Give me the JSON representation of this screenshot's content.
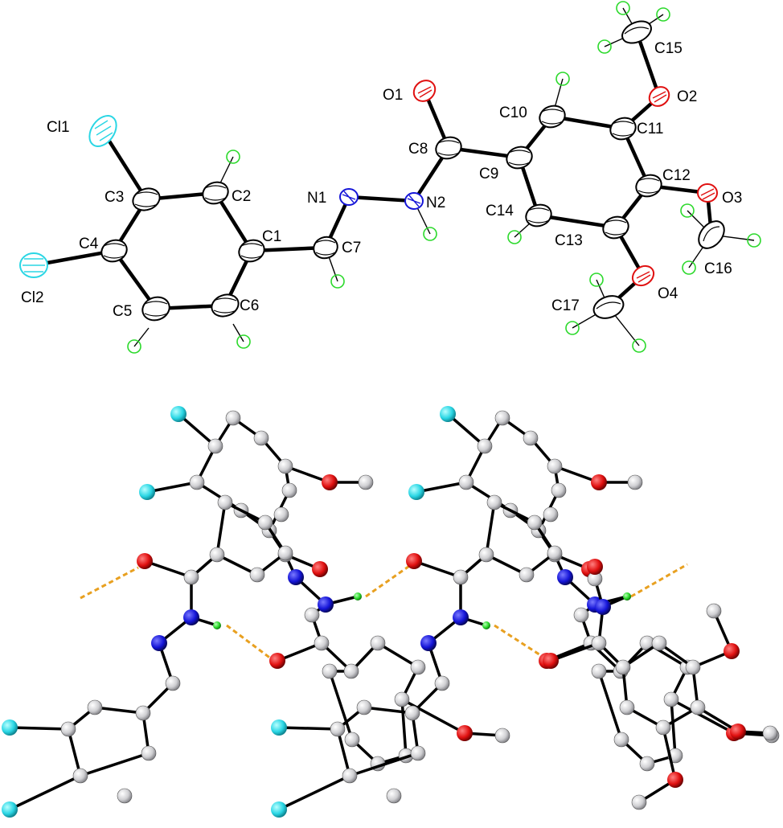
{
  "colors": {
    "bond": "#000000",
    "carbon": "#d8d8d8",
    "hydrogen": "#2bd92b",
    "nitrogen": "#1515d8",
    "oxygen": "#e01010",
    "chlorine": "#2ad6e4",
    "hbond": "#e8a020",
    "background": "#ffffff"
  },
  "ortep": {
    "labels": {
      "Cl1": "Cl1",
      "Cl2": "Cl2",
      "C1": "C1",
      "C2": "C2",
      "C3": "C3",
      "C4": "C4",
      "C5": "C5",
      "C6": "C6",
      "C7": "C7",
      "C8": "C8",
      "C9": "C9",
      "C10": "C10",
      "C11": "C11",
      "C12": "C12",
      "C13": "C13",
      "C14": "C14",
      "C15": "C15",
      "C16": "C16",
      "C17": "C17",
      "N1": "N1",
      "N2": "N2",
      "O1": "O1",
      "O2": "O2",
      "O3": "O3",
      "O4": "O4"
    }
  },
  "packing": {}
}
